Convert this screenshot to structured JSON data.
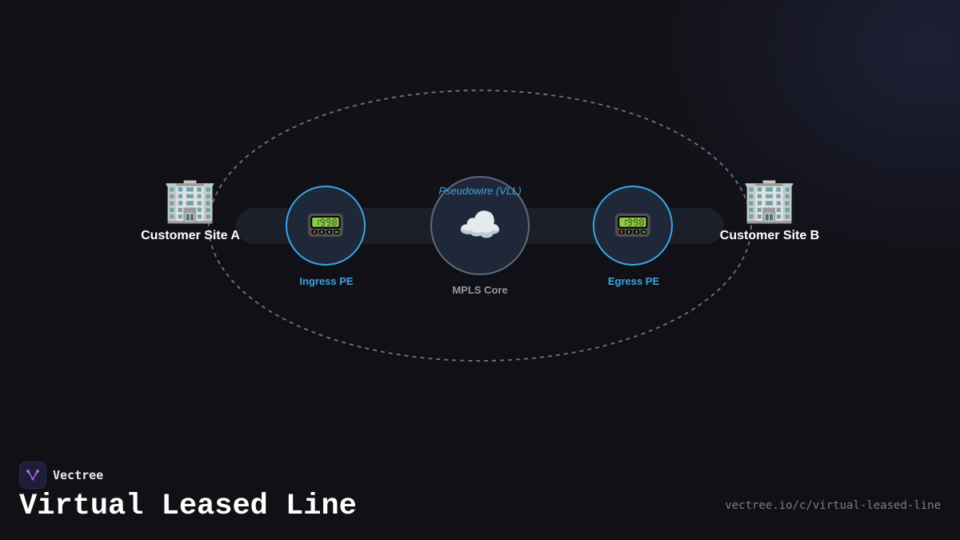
{
  "diagram": {
    "site_a": {
      "icon": "🏢",
      "label": "Customer Site A"
    },
    "site_b": {
      "icon": "🏢",
      "label": "Customer Site B"
    },
    "ingress_pe": {
      "icon": "📟",
      "label": "Ingress PE"
    },
    "egress_pe": {
      "icon": "📟",
      "label": "Egress PE"
    },
    "core": {
      "icon": "☁️",
      "label": "MPLS Core"
    },
    "pseudowire_label": "Pseudowire (VLL)"
  },
  "colors": {
    "accent_blue": "#3aa6e6",
    "core_border": "#5f6a7d",
    "node_fill": "#1e2838",
    "background": "#111116",
    "brand_purple": "#a35ce6"
  },
  "footer": {
    "brand_name": "Vectree",
    "brand_icon": "vectree-logo-icon",
    "title": "Virtual Leased Line",
    "url": "vectree.io/c/virtual-leased-line"
  }
}
